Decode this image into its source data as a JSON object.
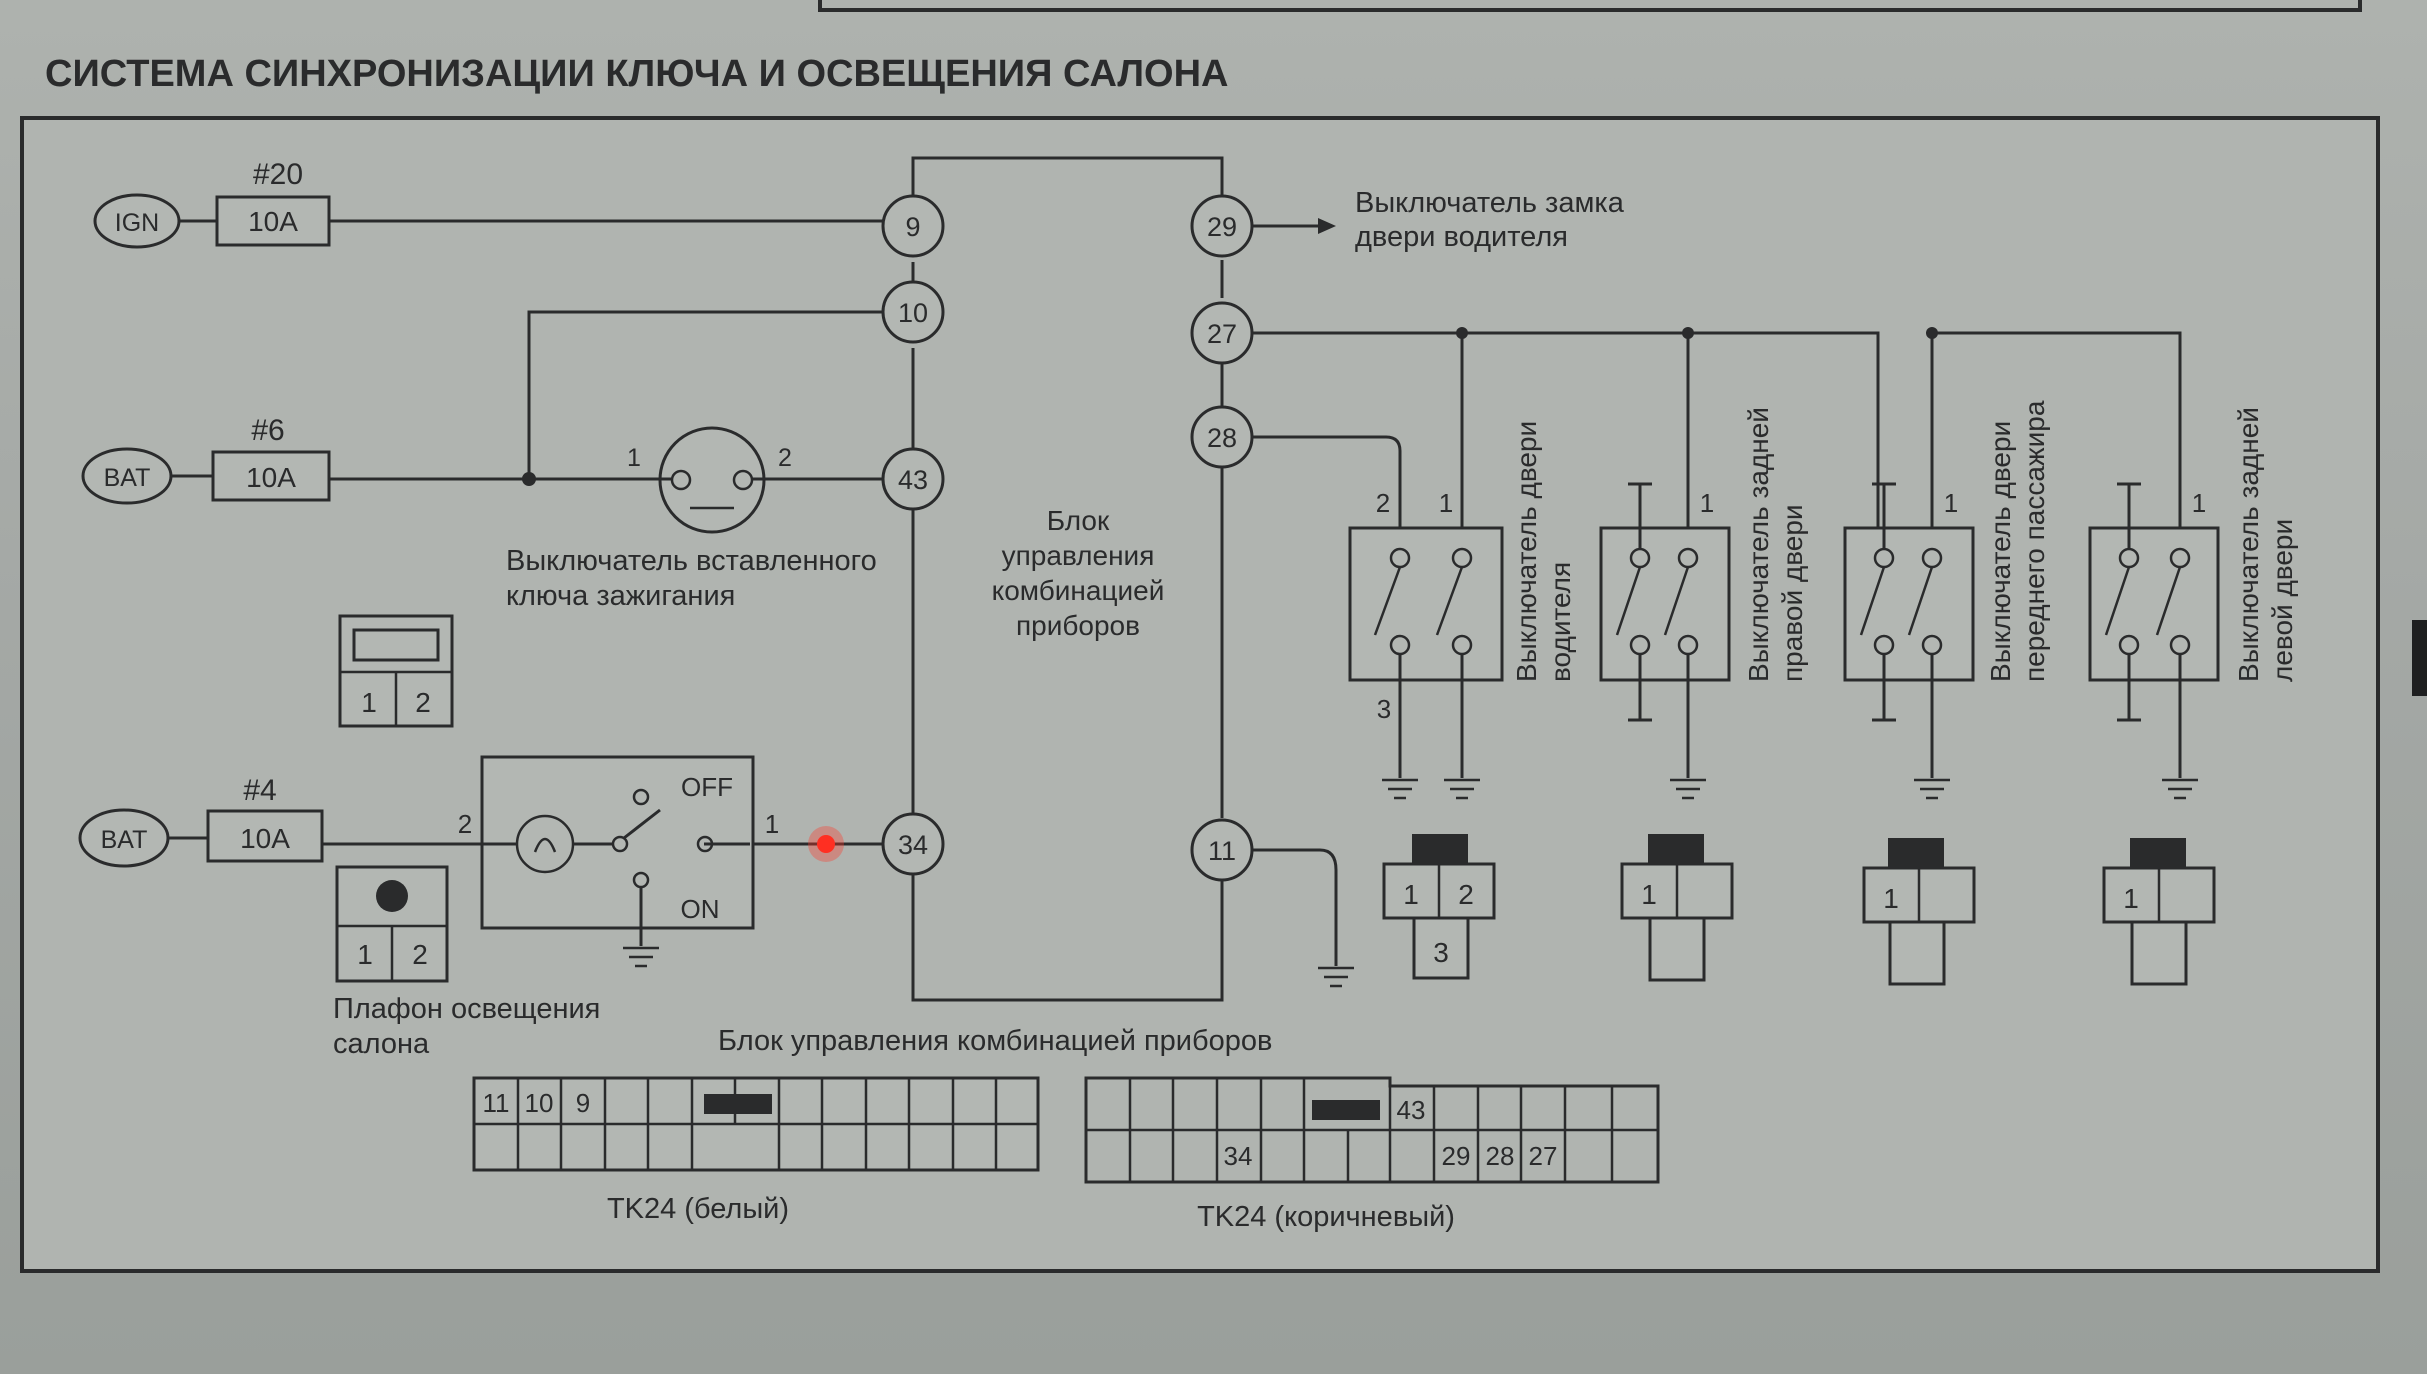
{
  "title": "СИСТЕМА СИНХРОНИЗАЦИИ КЛЮЧА И ОСВЕЩЕНИЯ САЛОНА",
  "sources": [
    {
      "name": "IGN",
      "fuse_no": "#20",
      "fuse": "10A"
    },
    {
      "name": "BAT",
      "fuse_no": "#6",
      "fuse": "10A"
    },
    {
      "name": "BAT",
      "fuse_no": "#4",
      "fuse": "10A"
    }
  ],
  "control_unit": {
    "label_lines": [
      "Блок",
      "управления",
      "комбинацией",
      "приборов"
    ],
    "pins_left": [
      "9",
      "10",
      "43",
      "34"
    ],
    "pins_right": [
      "29",
      "27",
      "28",
      "11"
    ]
  },
  "key_switch": {
    "label_lines": [
      "Выключатель вставленного",
      "ключа зажигания"
    ],
    "pin1": "1",
    "pin2": "2"
  },
  "door_lock_switch": {
    "label_lines": [
      "Выключатель замка",
      "двери водителя"
    ]
  },
  "room_lamp": {
    "label_lines": [
      "Плафон освещения",
      "салона"
    ],
    "pin_in": "2",
    "pin_out": "1",
    "off": "OFF",
    "on": "ON"
  },
  "lamp_connector": [
    "1",
    "2"
  ],
  "small_connector": [
    "1",
    "2"
  ],
  "door_switches": [
    {
      "label_lines": [
        "Выключатель двери",
        "водителя"
      ],
      "pin_top_left": "2",
      "pin_top_right": "1",
      "pin_bottom": "3",
      "connector": [
        "1",
        "2",
        "3"
      ]
    },
    {
      "label_lines": [
        "Выключатель задней",
        "правой двери"
      ],
      "pin_top_right": "1",
      "connector": [
        "1"
      ]
    },
    {
      "label_lines": [
        "Выключатель двери",
        "переднего пассажира"
      ],
      "pin_top_right": "1",
      "connector": [
        "1"
      ]
    },
    {
      "label_lines": [
        "Выключатель задней",
        "левой двери"
      ],
      "pin_top_right": "1",
      "connector": [
        "1"
      ]
    }
  ],
  "connectors_title": "Блок управления комбинацией приборов",
  "connector_white": {
    "label": "TK24 (белый)",
    "pins": [
      "11",
      "10",
      "9"
    ]
  },
  "connector_brown": {
    "label": "TK24 (коричневый)",
    "pins": [
      "43",
      "34",
      "29",
      "28",
      "27"
    ]
  }
}
